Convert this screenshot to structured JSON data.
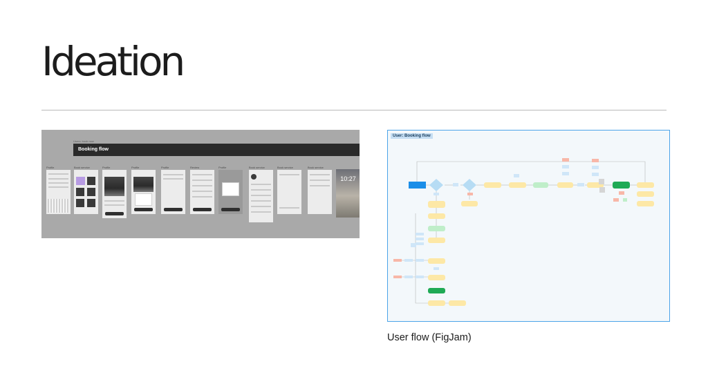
{
  "page": {
    "title": "Ideation"
  },
  "wireframes": {
    "section_label": "Users: book now",
    "banner_title": "Booking flow",
    "frames": [
      {
        "label": "Profile",
        "kind": "keyboard"
      },
      {
        "label": "Book service",
        "kind": "grid"
      },
      {
        "label": "Profile",
        "kind": "photo"
      },
      {
        "label": "Profile",
        "kind": "photo-modal"
      },
      {
        "label": "Profile",
        "kind": "form"
      },
      {
        "label": "Review",
        "kind": "list"
      },
      {
        "label": "Profile",
        "kind": "modal"
      },
      {
        "label": "Book service",
        "kind": "detail"
      },
      {
        "label": "Book service",
        "kind": "chat"
      },
      {
        "label": "Book service",
        "kind": "list"
      },
      {
        "label": "",
        "kind": "lockscreen",
        "clock": "10:27"
      }
    ]
  },
  "userflow": {
    "tag": "User: Booking flow",
    "caption": "User flow (FigJam)",
    "colors": {
      "process": "#fde8a6",
      "decision": "#b6dcf4",
      "success": "#1faa55",
      "start": "#1b8ee8",
      "error": "#f8b7a8",
      "note": "#cfe6f8",
      "green-light": "#bfeec9"
    }
  }
}
